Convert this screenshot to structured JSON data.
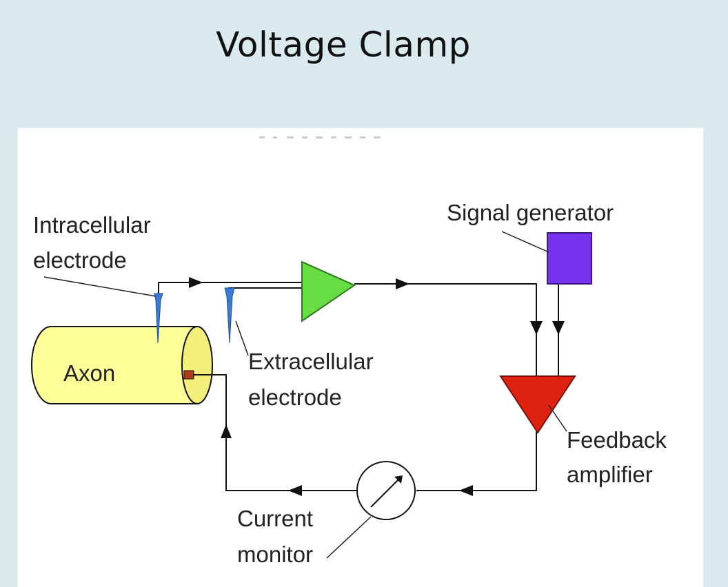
{
  "title": "Voltage Clamp",
  "diagram": {
    "labels": {
      "intracellular_line1": "Intracellular",
      "intracellular_line2": "electrode",
      "extracellular_line1": "Extracellular",
      "extracellular_line2": "electrode",
      "signal_generator": "Signal generator",
      "feedback_line1": "Feedback",
      "feedback_line2": "amplifier",
      "current_line1": "Current",
      "current_line2": "monitor",
      "axon": "Axon"
    },
    "colors": {
      "axon_fill": "#ffff99",
      "electrode_blue": "#3a7bd5",
      "amplifier_green": "#66dd44",
      "feedback_red": "#dd2211",
      "signal_purple": "#7733ee",
      "wire": "#111111"
    }
  }
}
